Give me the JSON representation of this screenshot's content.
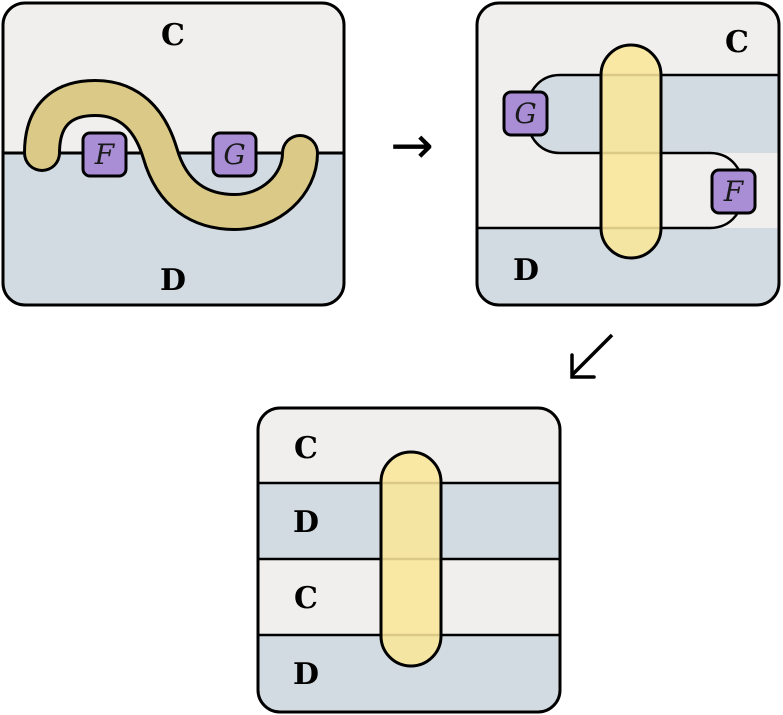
{
  "colors": {
    "c_region": "#f1efee",
    "d_region": "#d3dbe2",
    "string": "#f9e69a",
    "box": "#a98ed6",
    "stroke": "#000000"
  },
  "panel1": {
    "top_label": "C",
    "bottom_label": "D",
    "box_f": "F",
    "box_g": "G"
  },
  "panel2": {
    "top_label": "C",
    "bottom_label": "D",
    "box_g": "G",
    "box_f": "F"
  },
  "panel3": {
    "labels": [
      "C",
      "D",
      "C",
      "D"
    ]
  },
  "arrows": {
    "right": "→",
    "down_left": "↙"
  }
}
